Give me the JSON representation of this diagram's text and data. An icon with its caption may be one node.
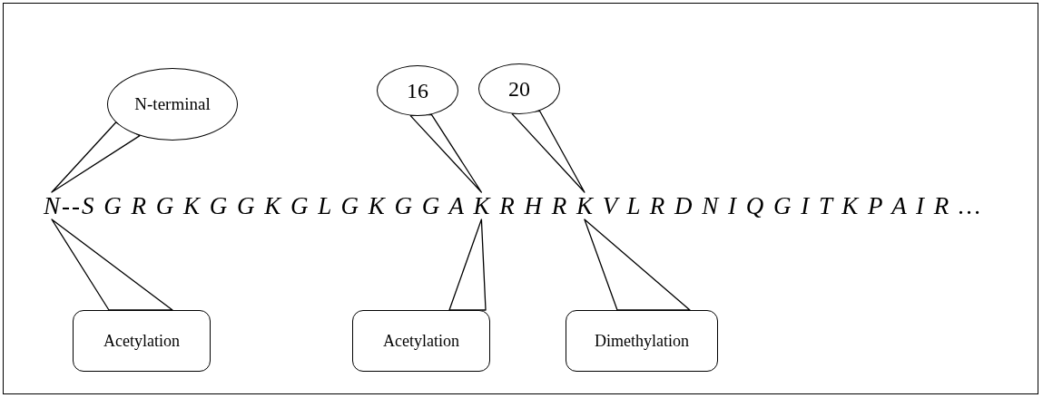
{
  "diagram": {
    "nodes": [
      {
        "text": [
          "N-terminal"
        ]
      },
      {
        "text": [
          "16"
        ]
      },
      {
        "text": [
          "20"
        ]
      },
      {
        "text": [
          "Acetylation"
        ]
      },
      {
        "text": [
          "Acetylation"
        ]
      },
      {
        "text": [
          "Dimethylation"
        ]
      },
      {
        "text": [
          "N--S G R G K G G K G L G K G G A K R H R K V L R D N I Q G I T K P A I R …"
        ]
      }
    ],
    "edges": [
      {
        "from": 0,
        "to": 6,
        "arrow": "none"
      },
      {
        "from": 1,
        "to": 6,
        "arrow": "none"
      },
      {
        "from": 2,
        "to": 6,
        "arrow": "none"
      },
      {
        "from": 3,
        "to": 6,
        "arrow": "none"
      },
      {
        "from": 4,
        "to": 6,
        "arrow": "none"
      },
      {
        "from": 5,
        "to": 6,
        "arrow": "none"
      }
    ]
  }
}
